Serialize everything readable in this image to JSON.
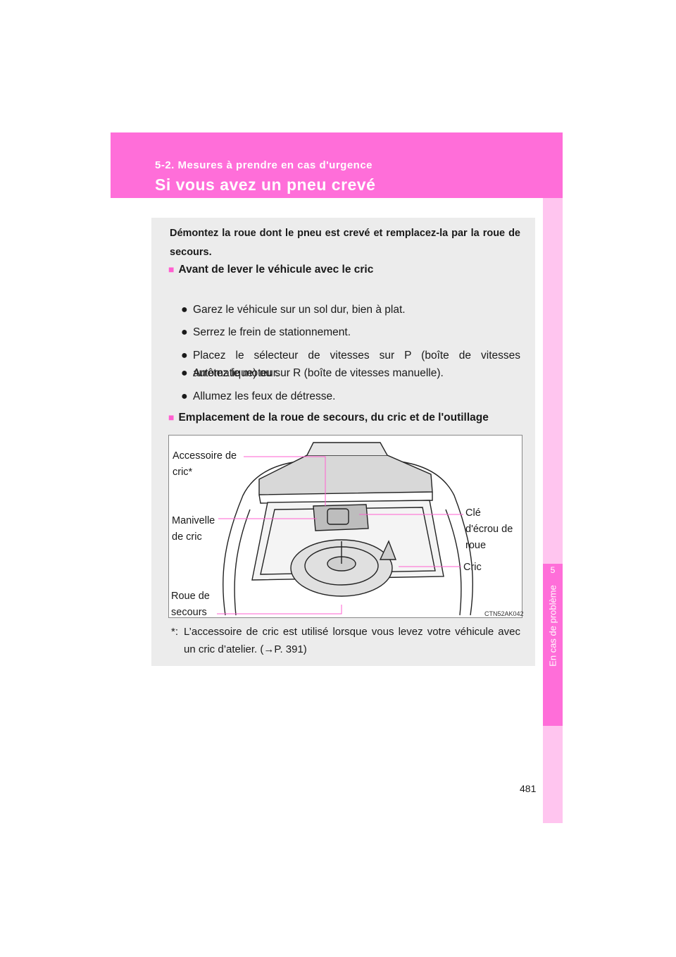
{
  "header": {
    "section": "5-2. Mesures à prendre en cas d'urgence",
    "title": "Si vous avez un pneu crevé"
  },
  "side_tab": {
    "chapter_number": "5",
    "chapter_title": "En cas de problème"
  },
  "content": {
    "intro": "Démontez la roue dont le pneu est crevé et remplacez-la par la roue de secours.",
    "section1": {
      "marker": "■",
      "title": "Avant de lever le véhicule avec le cric",
      "bullets": [
        "Garez le véhicule sur un sol dur, bien à plat.",
        "Serrez le frein de stationnement.",
        "Placez le sélecteur de vitesses sur P (boîte de vitesses automatique) ou sur R (boîte de vitesses manuelle).",
        "Arrêtez le moteur.",
        "Allumez les feux de détresse."
      ]
    },
    "section2": {
      "marker": "■",
      "title": "Emplacement de la roue de secours, du cric et de l'outillage"
    },
    "figure": {
      "callouts": {
        "jack_accessory": "Accessoire de cric*",
        "jack_handle": "Manivelle de cric",
        "spare_wheel": "Roue de secours",
        "wheel_nut_wrench": "Clé d'écrou de roue",
        "jack": "Cric"
      },
      "code": "CTN52AK042"
    },
    "footnote": {
      "mark": "*:",
      "text": "L’accessoire de cric est utilisé lorsque vous levez votre véhicule avec un cric d’atelier. (→P. 391)"
    }
  },
  "page_number": "481",
  "bullet_glyph": "●",
  "colors": {
    "accent": "#ff6ed9",
    "tab_light": "#ffc5ef",
    "content_bg": "#ececec"
  }
}
